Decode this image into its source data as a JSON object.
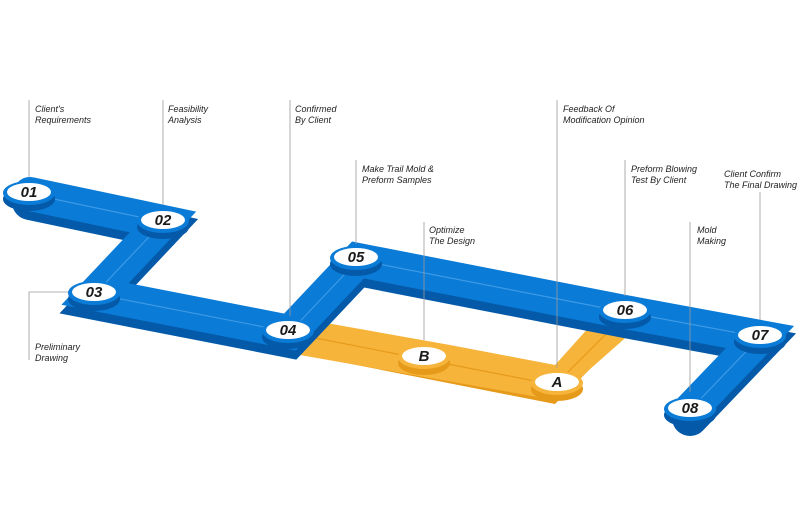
{
  "colors": {
    "blue": "#0a7bd6",
    "blue_dark": "#045aa8",
    "blue_edge": "#3d9ae6",
    "orange": "#f7b43a",
    "orange_dark": "#e69a1a",
    "orange_edge": "#fcc861",
    "disc_top": "#ffffff",
    "label": "#222222"
  },
  "nodes": [
    {
      "id": "01",
      "text": "01"
    },
    {
      "id": "02",
      "text": "02"
    },
    {
      "id": "03",
      "text": "03"
    },
    {
      "id": "04",
      "text": "04"
    },
    {
      "id": "05",
      "text": "05"
    },
    {
      "id": "06",
      "text": "06"
    },
    {
      "id": "07",
      "text": "07"
    },
    {
      "id": "08",
      "text": "08"
    },
    {
      "id": "B",
      "text": "B"
    },
    {
      "id": "A",
      "text": "A"
    }
  ],
  "labels": [
    {
      "node": "01",
      "lines": [
        "Client's",
        "Requirements"
      ]
    },
    {
      "node": "02",
      "lines": [
        "Feasibility",
        "Analysis"
      ]
    },
    {
      "node": "03",
      "lines": [
        "Preliminary",
        "Drawing"
      ]
    },
    {
      "node": "04",
      "lines": [
        "Confirmed",
        "By Client"
      ]
    },
    {
      "node": "05",
      "lines": [
        "Make Trail Mold &",
        "Preform Samples"
      ]
    },
    {
      "node": "B",
      "lines": [
        "Optimize",
        "The Design"
      ]
    },
    {
      "node": "A",
      "lines": [
        "Feedback Of",
        "Modification Opinion"
      ]
    },
    {
      "node": "06",
      "lines": [
        "Preform Blowing",
        "Test By Client"
      ]
    },
    {
      "node": "07",
      "lines": [
        "Client Confirm",
        "The Final Drawing"
      ]
    },
    {
      "node": "08",
      "lines": [
        "Mold",
        "Making"
      ]
    }
  ]
}
